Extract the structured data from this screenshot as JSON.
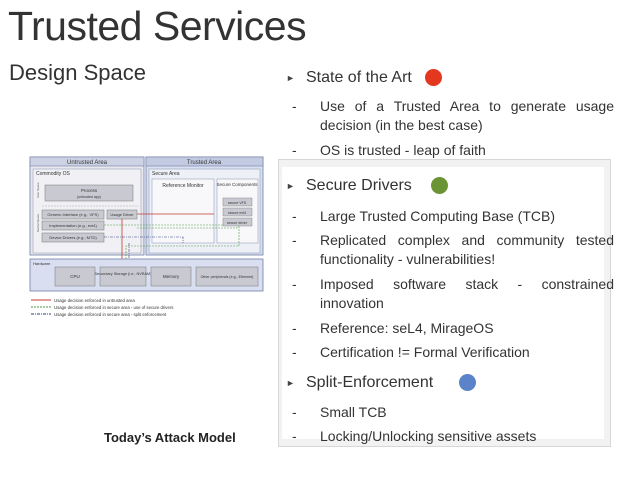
{
  "slide": {
    "title": "Trusted Services",
    "subtitle": "Design Space",
    "caption": "Today’s Attack Model"
  },
  "diagram": {
    "untrusted_area": "Untrusted Area",
    "trusted_area": "Trusted Area",
    "commodity_os": "Commodity OS",
    "secure_area": "Secure Area",
    "process": "Process",
    "process_sub": "(untrusted app)",
    "user_space": "User Space",
    "kernel_space": "Kernel Space",
    "generic_interface": "Generic Interface (e.g., VFS)",
    "usage_driver": "Usage Driver",
    "implementation": "Implementation (e.g., ext4)",
    "device_drivers": "Device Drivers (e.g., MTD)",
    "reference_monitor": "Reference Monitor",
    "secure_components": "Secure Components",
    "secure_vfs": "secure VFS",
    "secure_ext4": "secure ext4",
    "secure_driver": "secure driver",
    "hardware": "Hardware",
    "cpu": "CPU",
    "secondary_storage": "Secondary Storage (i.e., NVRAM)",
    "memory": "Memory",
    "other_peripherals": "Other peripherals (e.g., Ethernet)",
    "legend": [
      "Usage decision enforced in untrusted area",
      "Usage decision enforced in secure area - use of secure drivers",
      "Usage decision enforced in secure area - split enforcement"
    ],
    "colors": {
      "red": "#c0392b",
      "green": "#4a9a3c",
      "navy": "#2c3e7a",
      "trusted_bg": "#d9dff0",
      "untrusted_bg": "#e8e8ee"
    }
  },
  "bullets": [
    {
      "head": "State of the Art",
      "dot_color": "#e3371e",
      "items": [
        "Use of a Trusted Area to generate usage decision (in the best case)",
        "OS is trusted - leap of faith"
      ]
    },
    {
      "head": "Secure Drivers",
      "dot_color": "#6b9535",
      "items": [
        "Large Trusted Computing Base (TCB)",
        "Replicated complex and community tested functionality - vulnerabilities!",
        "Imposed software stack - constrained innovation",
        "Reference: seL4, MirageOS",
        "Certification != Formal Verification"
      ]
    },
    {
      "head": "Split-Enforcement",
      "dot_color": "#5a83c9",
      "items": [
        "Small TCB",
        "Locking/Unlocking sensitive assets"
      ]
    }
  ]
}
